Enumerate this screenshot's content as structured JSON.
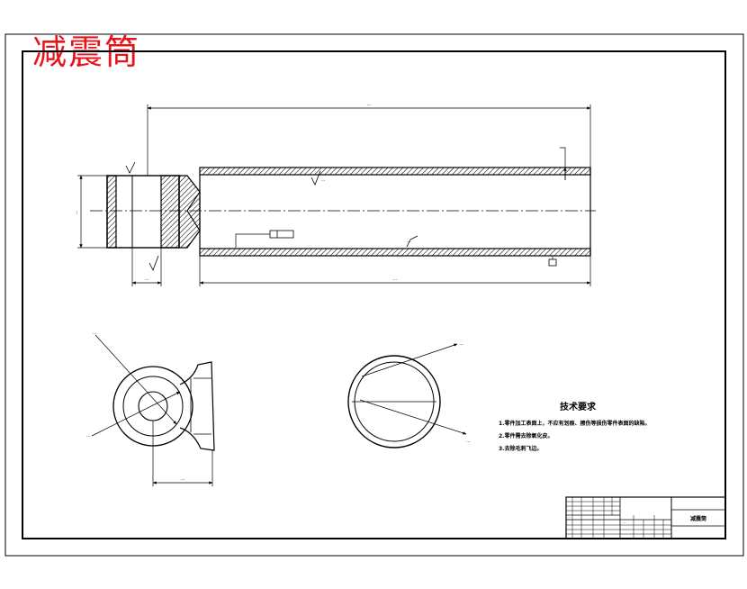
{
  "watermark": {
    "text": "减震筒",
    "color": "#e8141b"
  },
  "colors": {
    "line": "#000000",
    "accent": "#e8141b",
    "paper": "#ffffff"
  },
  "tech": {
    "title": "技术要求",
    "items": [
      "1.零件加工表面上，不应有划痕、擦伤等损伤零件表面的缺陷。",
      "2.零件需去除氧化皮。",
      "3.去除毛刺飞边。"
    ]
  },
  "dims": {
    "overall": "···",
    "tube": "···",
    "head": "···",
    "diameter": "···",
    "sec1": "···",
    "sec2": "···",
    "sec3": "···",
    "circ2a": "···",
    "circ2b": "···",
    "roughness": "···"
  },
  "titleblock": {
    "part_name": "减震筒",
    "row_labels": "···",
    "sign_labels": "···"
  }
}
